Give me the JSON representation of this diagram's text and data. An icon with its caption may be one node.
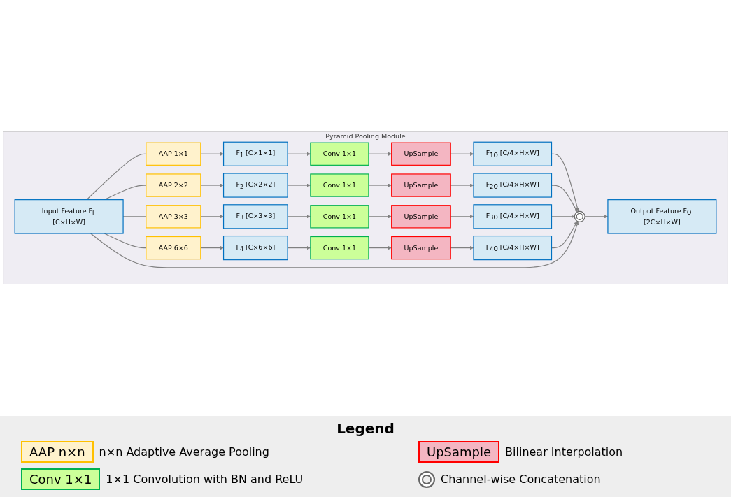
{
  "diagram": {
    "nodes": [
      {
        "text": [
          "Pyramid Pooling Module"
        ]
      },
      {
        "text": [
          "Input Feature F$_{I}$ [C×H×W]"
        ],
        "in": 0
      },
      {
        "text": [
          "AAP 1×1"
        ],
        "in": 0
      },
      {
        "text": [
          "AAP 2×2"
        ],
        "in": 0
      },
      {
        "text": [
          "AAP 3×3"
        ],
        "in": 0
      },
      {
        "text": [
          "AAP 6×6"
        ],
        "in": 0
      },
      {
        "text": [
          "F$_{1}$ [C×1×1]"
        ],
        "in": 0
      },
      {
        "text": [
          "F$_{2}$ [C×2×2]"
        ],
        "in": 0
      },
      {
        "text": [
          "F$_{3}$ [C×3×3]"
        ],
        "in": 0
      },
      {
        "text": [
          "F$_{4}$ [C×6×6]"
        ],
        "in": 0
      },
      {
        "text": [
          "Conv 1×1"
        ],
        "in": 0
      },
      {
        "text": [
          "Conv 1×1"
        ],
        "in": 0
      },
      {
        "text": [
          "Conv 1×1"
        ],
        "in": 0
      },
      {
        "text": [
          "Conv 1×1"
        ],
        "in": 0
      },
      {
        "text": [
          "UpSample"
        ],
        "in": 0
      },
      {
        "text": [
          "UpSample"
        ],
        "in": 0
      },
      {
        "text": [
          "UpSample"
        ],
        "in": 0
      },
      {
        "text": [
          "UpSample"
        ],
        "in": 0
      },
      {
        "text": [
          "F$_{1O}$ [C/4×H×W]"
        ],
        "in": 0
      },
      {
        "text": [
          "F$_{2O}$ [C/4×H×W]"
        ],
        "in": 0
      },
      {
        "text": [
          "F$_{3O}$ [C/4×H×W]"
        ],
        "in": 0
      },
      {
        "text": [
          "F$_{4O}$ [C/4×H×W]"
        ],
        "in": 0
      },
      {
        "text": [],
        "shape": "circle",
        "in": 0
      },
      {
        "text": [
          "Output Feature F$_{O}$ [2C×H×W]"
        ],
        "in": 0
      }
    ],
    "edges": [
      {
        "from": 1,
        "to": 2,
        "arrow": "none"
      },
      {
        "from": 1,
        "to": 3,
        "arrow": "none"
      },
      {
        "from": 1,
        "to": 4,
        "arrow": "none"
      },
      {
        "from": 1,
        "to": 5,
        "arrow": "none"
      },
      {
        "from": 2,
        "to": 6,
        "arrow": "to"
      },
      {
        "from": 3,
        "to": 7,
        "arrow": "to"
      },
      {
        "from": 4,
        "to": 8,
        "arrow": "to"
      },
      {
        "from": 5,
        "to": 9,
        "arrow": "to"
      },
      {
        "from": 6,
        "to": 10,
        "arrow": "to"
      },
      {
        "from": 7,
        "to": 11,
        "arrow": "to"
      },
      {
        "from": 8,
        "to": 12,
        "arrow": "to"
      },
      {
        "from": 9,
        "to": 13,
        "arrow": "to"
      },
      {
        "from": 10,
        "to": 14,
        "arrow": "to"
      },
      {
        "from": 11,
        "to": 15,
        "arrow": "to"
      },
      {
        "from": 12,
        "to": 16,
        "arrow": "to"
      },
      {
        "from": 13,
        "to": 17,
        "arrow": "to"
      },
      {
        "from": 14,
        "to": 18,
        "arrow": "to"
      },
      {
        "from": 15,
        "to": 19,
        "arrow": "to"
      },
      {
        "from": 16,
        "to": 20,
        "arrow": "to"
      },
      {
        "from": 17,
        "to": 21,
        "arrow": "to"
      },
      {
        "from": 18,
        "to": 22,
        "arrow": "to"
      },
      {
        "from": 19,
        "to": 22,
        "arrow": "to"
      },
      {
        "from": 20,
        "to": 22,
        "arrow": "to"
      },
      {
        "from": 21,
        "to": 22,
        "arrow": "to"
      },
      {
        "from": 1,
        "to": 22,
        "arrow": "to"
      },
      {
        "from": 22,
        "to": 23,
        "arrow": "to"
      }
    ],
    "labels": [
      "Legend",
      "AAP n×n",
      "UpSample",
      "Conv 1×1"
    ],
    "legend": [
      {
        "text": "n×n Adaptive Average Pooling",
        "color": "#fff2cc"
      },
      {
        "text": "Bilinear Interpolation",
        "color": "#f4b6c2"
      },
      {
        "text": "1×1 Convolution with BN and ReLU",
        "color": "#ccff99"
      },
      {
        "text": "Channel-wise Concatenation"
      }
    ]
  }
}
